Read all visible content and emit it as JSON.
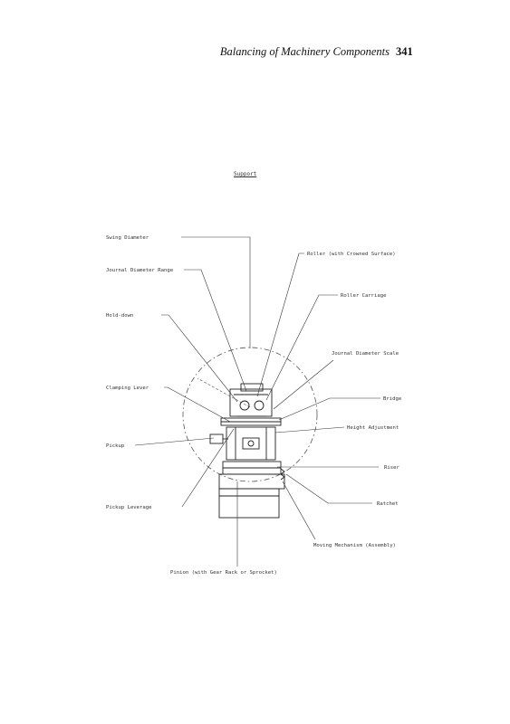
{
  "header": {
    "running_title": "Balancing of Machinery Components",
    "page_number": "341"
  },
  "figure": {
    "caption": "Support",
    "labels": {
      "swing_diameter": "Swing Diameter",
      "journal_diameter_range": "Journal Diameter Range",
      "hold_down": "Hold-down",
      "clamping_lever": "Clamping Lever",
      "pickup": "Pickup",
      "pickup_leverage": "Pickup Leverage",
      "roller": "Roller (with Crowned Surface)",
      "roller_carriage": "Roller Carriage",
      "journal_diameter_scale": "Journal Diameter Scale",
      "bridge": "Bridge",
      "height_adjustment": "Height Adjustment",
      "riser": "Riser",
      "ratchet": "Ratchet",
      "moving_mechanism": "Moving Mechanism (Assembly)",
      "pinion": "Pinion (with Gear Rack or Sprocket)"
    }
  }
}
